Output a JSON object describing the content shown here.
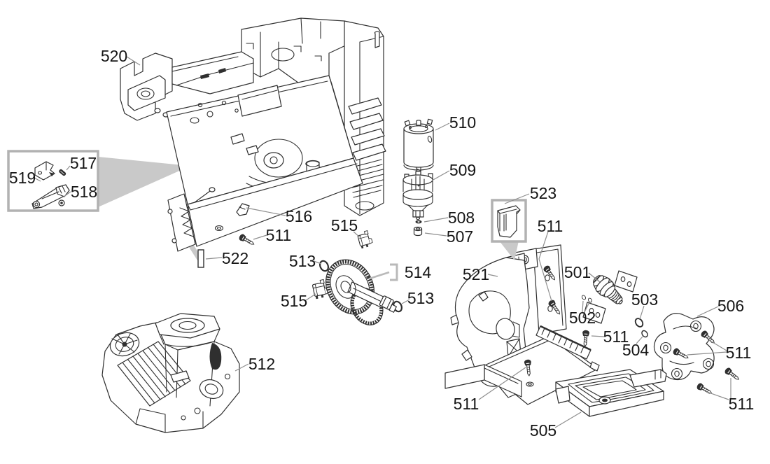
{
  "figure": {
    "kind": "exploded-parts-diagram",
    "background": "#ffffff"
  },
  "colors": {
    "line": "#2f2f2f",
    "leader": "#8e8e8e",
    "inset_border": "#b2b2b2",
    "callout_fill": "#c9c9c9",
    "label_text": "#151515"
  },
  "labels": [
    {
      "text": "520"
    },
    {
      "text": "517"
    },
    {
      "text": "519"
    },
    {
      "text": "518"
    },
    {
      "text": "516"
    },
    {
      "text": "515"
    },
    {
      "text": "511"
    },
    {
      "text": "522"
    },
    {
      "text": "513"
    },
    {
      "text": "514"
    },
    {
      "text": "515"
    },
    {
      "text": "513"
    },
    {
      "text": "512"
    },
    {
      "text": "510"
    },
    {
      "text": "509"
    },
    {
      "text": "508"
    },
    {
      "text": "507"
    },
    {
      "text": "523"
    },
    {
      "text": "511"
    },
    {
      "text": "521"
    },
    {
      "text": "501"
    },
    {
      "text": "502"
    },
    {
      "text": "503"
    },
    {
      "text": "504"
    },
    {
      "text": "506"
    },
    {
      "text": "511"
    },
    {
      "text": "511"
    },
    {
      "text": "511"
    },
    {
      "text": "511"
    },
    {
      "text": "505"
    }
  ]
}
